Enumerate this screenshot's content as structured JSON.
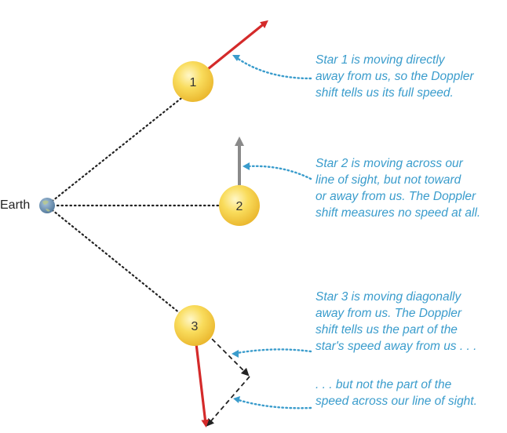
{
  "earth": {
    "label": "Earth"
  },
  "stars": [
    {
      "number": "1"
    },
    {
      "number": "2"
    },
    {
      "number": "3"
    }
  ],
  "captions": {
    "star1": [
      "Star 1 is moving directly",
      "away from us, so the Doppler",
      "shift tells us its full speed."
    ],
    "star2": [
      "Star 2 is moving across our",
      "line of sight, but not toward",
      "or away from us. The Doppler",
      "shift measures no speed at all."
    ],
    "star3a": [
      "Star 3 is moving diagonally",
      "away from us. The Doppler",
      "shift tells us the part of the",
      "star's speed away from us . . ."
    ],
    "star3b": [
      ". . . but not the part of the",
      "speed across our line of sight."
    ]
  },
  "colors": {
    "caption": "#3a9ccc",
    "pointer": "#3a9ccc",
    "velocity_arrow": "#d42a2a",
    "zero_arrow": "#8a8a8a",
    "star_fill": "#f7d24a",
    "star_edge": "#e0ac22",
    "earth": "#6f93b3"
  }
}
